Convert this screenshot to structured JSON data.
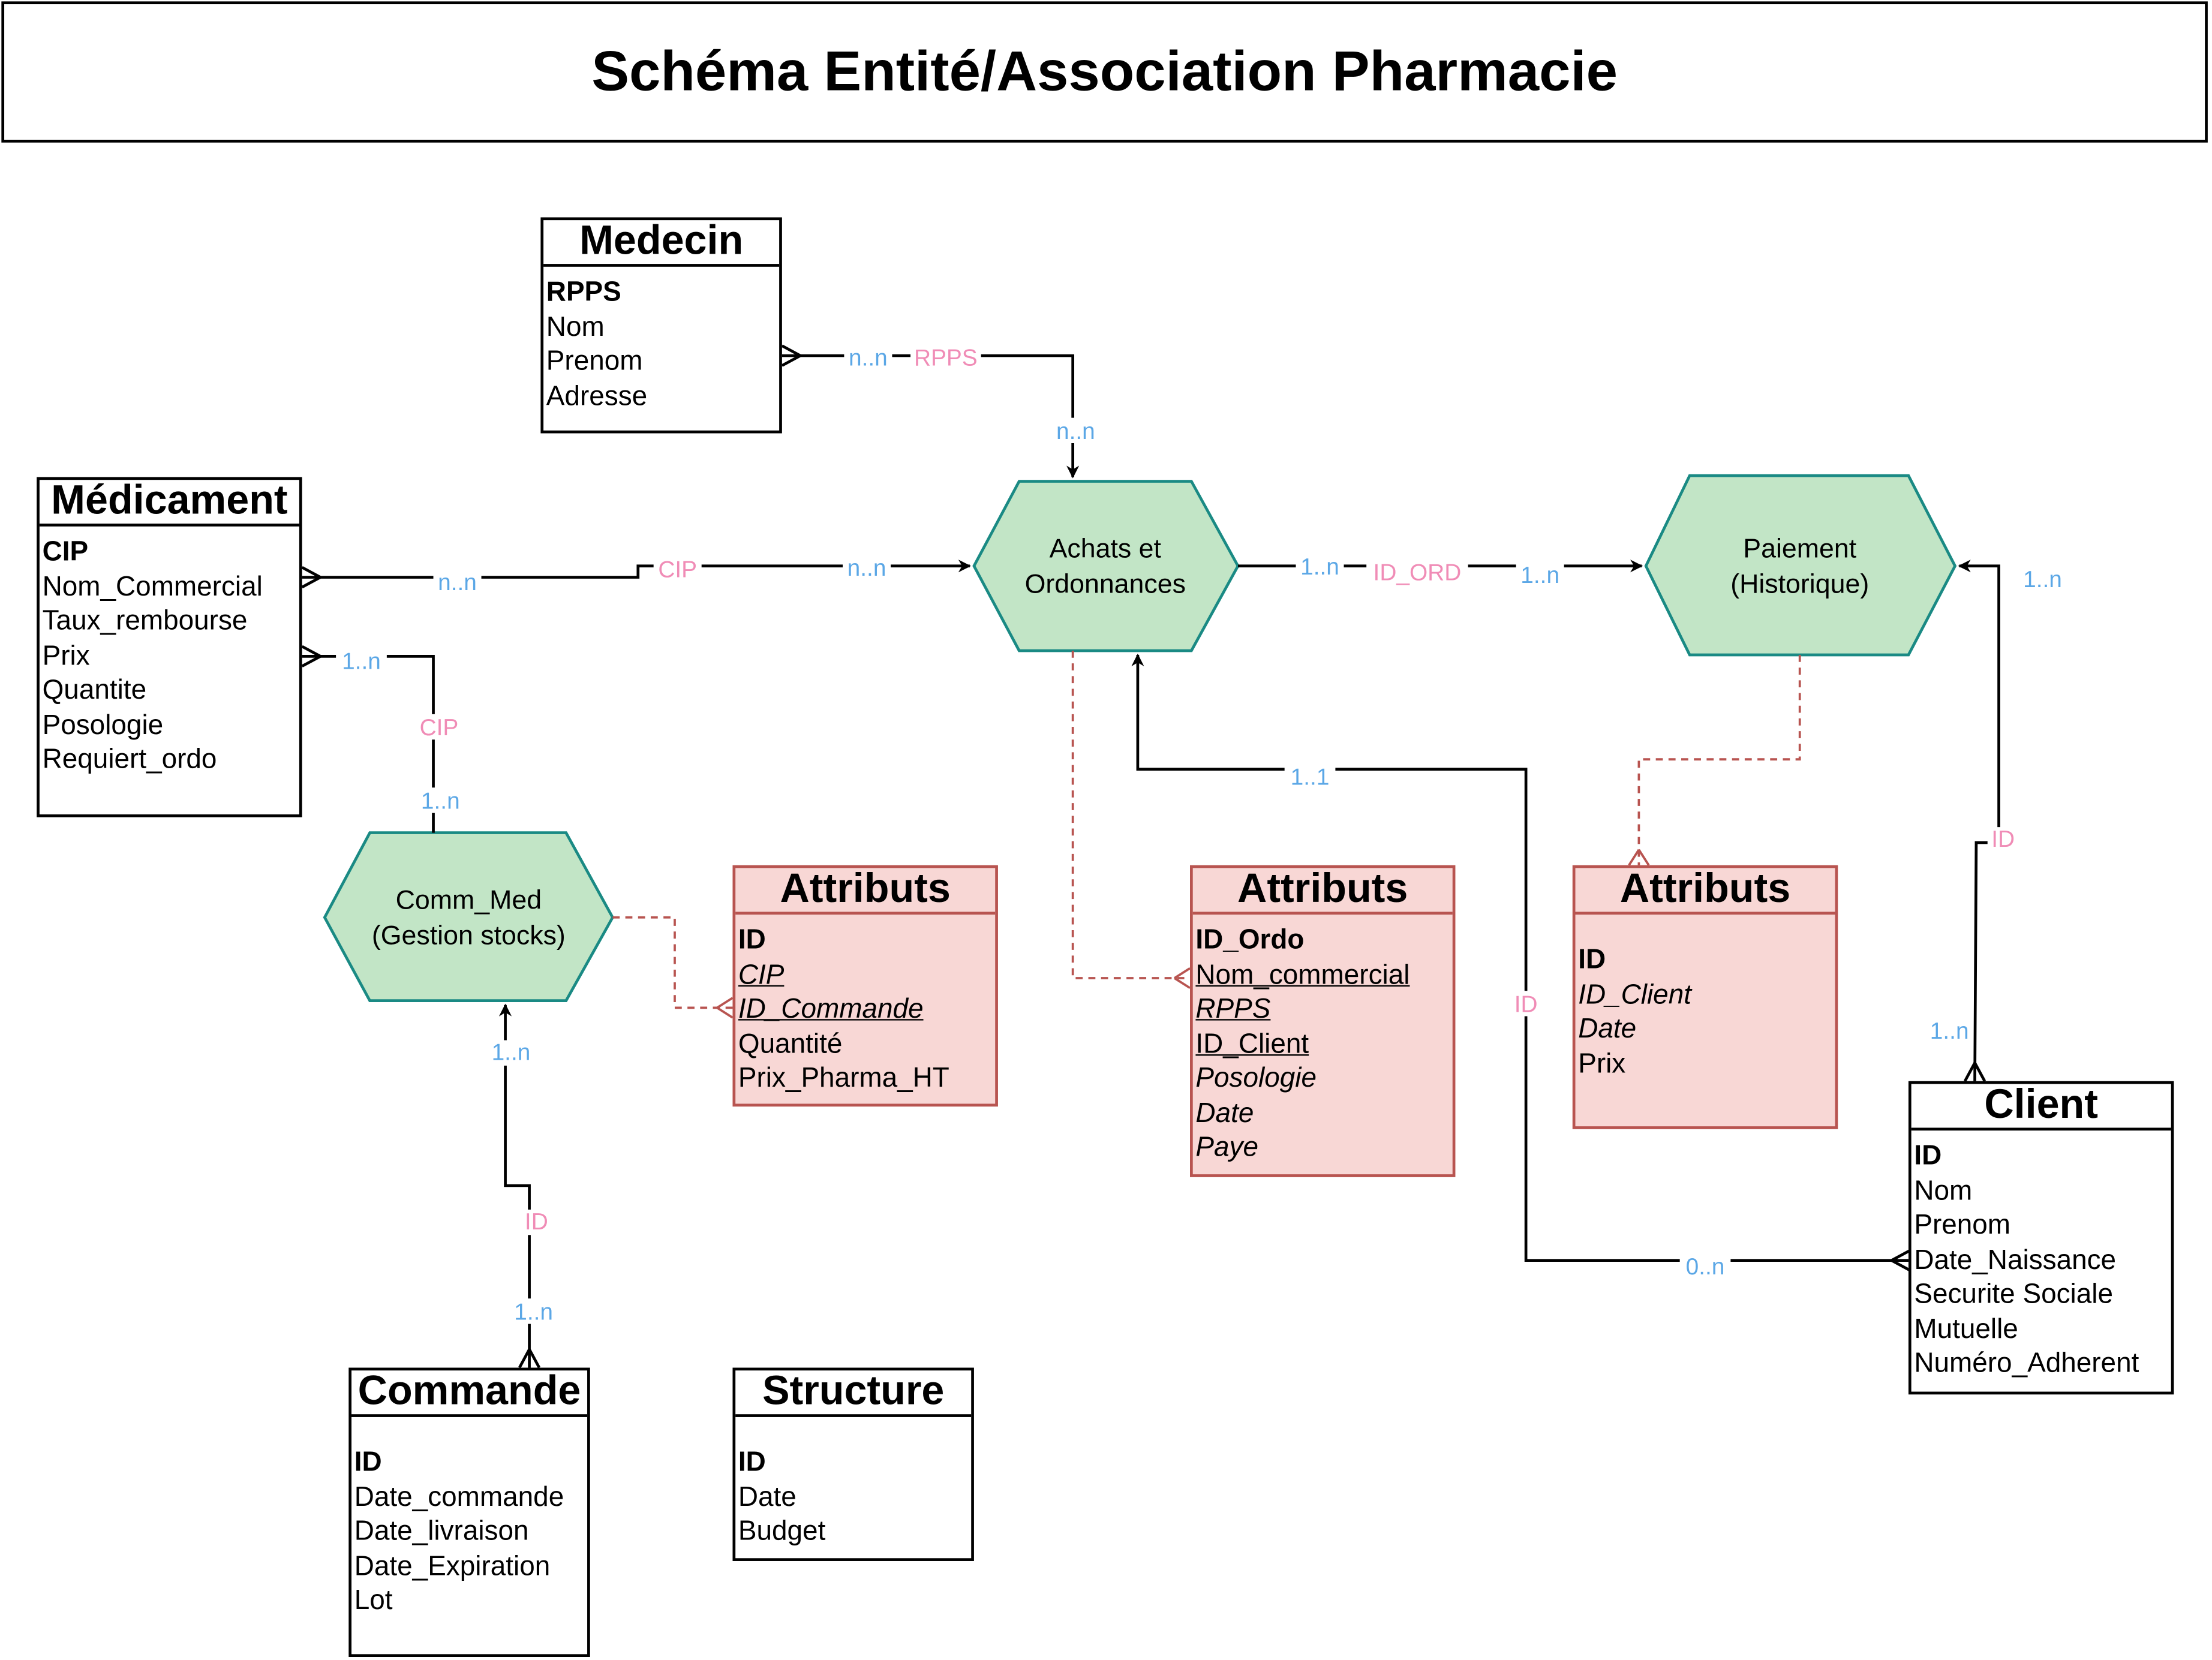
{
  "title": "Schéma Entité/Association Pharmacie",
  "colors": {
    "relationship_fill": "#c2e5c6",
    "relationship_stroke": "#1a8a84",
    "attribute_fill": "#f8d7d5",
    "attribute_stroke": "#b85450",
    "cardinality_text": "#5ba7e6",
    "key_text": "#f08cb6"
  },
  "entities": {
    "medecin": {
      "title": "Medecin",
      "fields": [
        "RPPS",
        "Nom",
        "Prenom",
        "Adresse"
      ]
    },
    "medicament": {
      "title": "Médicament",
      "fields": [
        "CIP",
        "Nom_Commercial",
        "Taux_rembourse",
        "Prix",
        "Quantite",
        "Posologie",
        "Requiert_ordo"
      ]
    },
    "commande": {
      "title": "Commande",
      "fields": [
        "ID",
        "Date_commande",
        "Date_livraison",
        "Date_Expiration",
        "Lot"
      ]
    },
    "structure": {
      "title": "Structure",
      "fields": [
        "ID",
        "Date",
        "Budget"
      ]
    },
    "client": {
      "title": "Client",
      "fields": [
        "ID",
        "Nom",
        "Prenom",
        "Date_Naissance",
        "Securite Sociale",
        "Mutuelle",
        "Numéro_Adherent"
      ]
    },
    "attr_comm": {
      "title": "Attributs",
      "fields": [
        "ID",
        "CIP",
        "ID_Commande",
        "Quantité",
        "Prix_Pharma_HT"
      ]
    },
    "attr_achats": {
      "title": "Attributs",
      "fields": [
        "ID_Ordo",
        "Nom_commercial",
        "RPPS",
        "ID_Client",
        "Posologie",
        "Date",
        "Paye"
      ]
    },
    "attr_paiement": {
      "title": "Attributs",
      "fields": [
        "ID",
        "ID_Client",
        "Date",
        "Prix"
      ]
    }
  },
  "relationships": {
    "achats": {
      "line1": "Achats et",
      "line2": "Ordonnances"
    },
    "paiement": {
      "line1": "Paiement",
      "line2": "(Historique)"
    },
    "comm_med": {
      "line1": "Comm_Med",
      "line2": "(Gestion stocks)"
    }
  },
  "edge_labels": {
    "medecin_card": "n..n",
    "medecin_key": "RPPS",
    "achats_from_medecin_card": "n..n",
    "medicament_card": "n..n",
    "medicament_key": "CIP",
    "achats_from_medicament_card": "n..n",
    "achats_out_card": "1..n",
    "achats_key": "ID_ORD",
    "paiement_in_card": "1..n",
    "paiement_client_card": "1..n",
    "client_key_paiement": "ID",
    "client_card_paiement": "1..n",
    "medicament_comm_card": "1..n",
    "comm_key": "CIP",
    "comm_card": "1..n",
    "comm_cmd_card": "1..n",
    "commande_key": "ID",
    "commande_card": "1..n",
    "achats_client_card": "1..1",
    "client_key_achats": "ID",
    "client_card_achats": "0..n"
  }
}
